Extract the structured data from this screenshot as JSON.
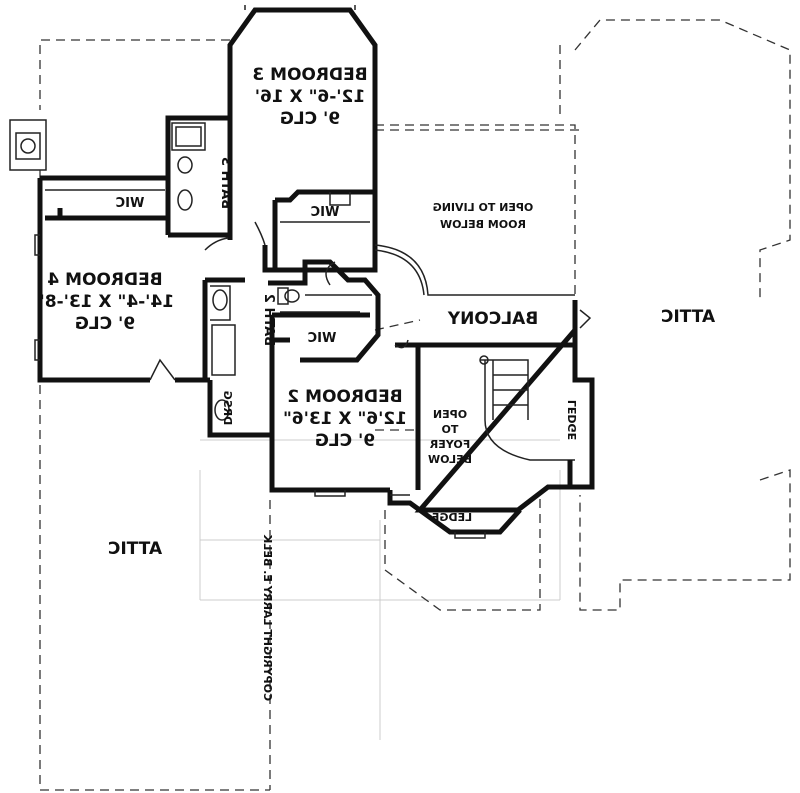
{
  "plan": {
    "bedroom3": {
      "name": "BEDROOM 3",
      "size": "12'-6\" X 16'",
      "ceiling": "9' CLG"
    },
    "bath3": "BATH 3",
    "wic_bed4": "WIC",
    "wic_bed3": "WIC",
    "open_living": {
      "line1": "OPEN TO LIVING",
      "line2": "ROOM BELOW"
    },
    "bedroom4": {
      "name": "BEDROOM 4",
      "size": "14'-4\" X 13'-8\"",
      "ceiling": "9' CLG"
    },
    "bath2": "BATH 2",
    "wic_bed2": "WIC",
    "balcony": "BALCONY",
    "attic_right": "ATTIC",
    "attic_left": "ATTIC",
    "bedroom2": {
      "name": "BEDROOM 2",
      "size": "12'6\" X 13'6\"",
      "ceiling": "9' CLG"
    },
    "dressing": "DRSG",
    "open_foyer": {
      "line1": "OPEN",
      "line2": "TO",
      "line3": "FOYER",
      "line4": "BELOW"
    },
    "ledge_stair": "LEDGE",
    "ledge_bay": "LEDGE",
    "copyright": "COPYRIGHT LARRY E. BELK"
  }
}
